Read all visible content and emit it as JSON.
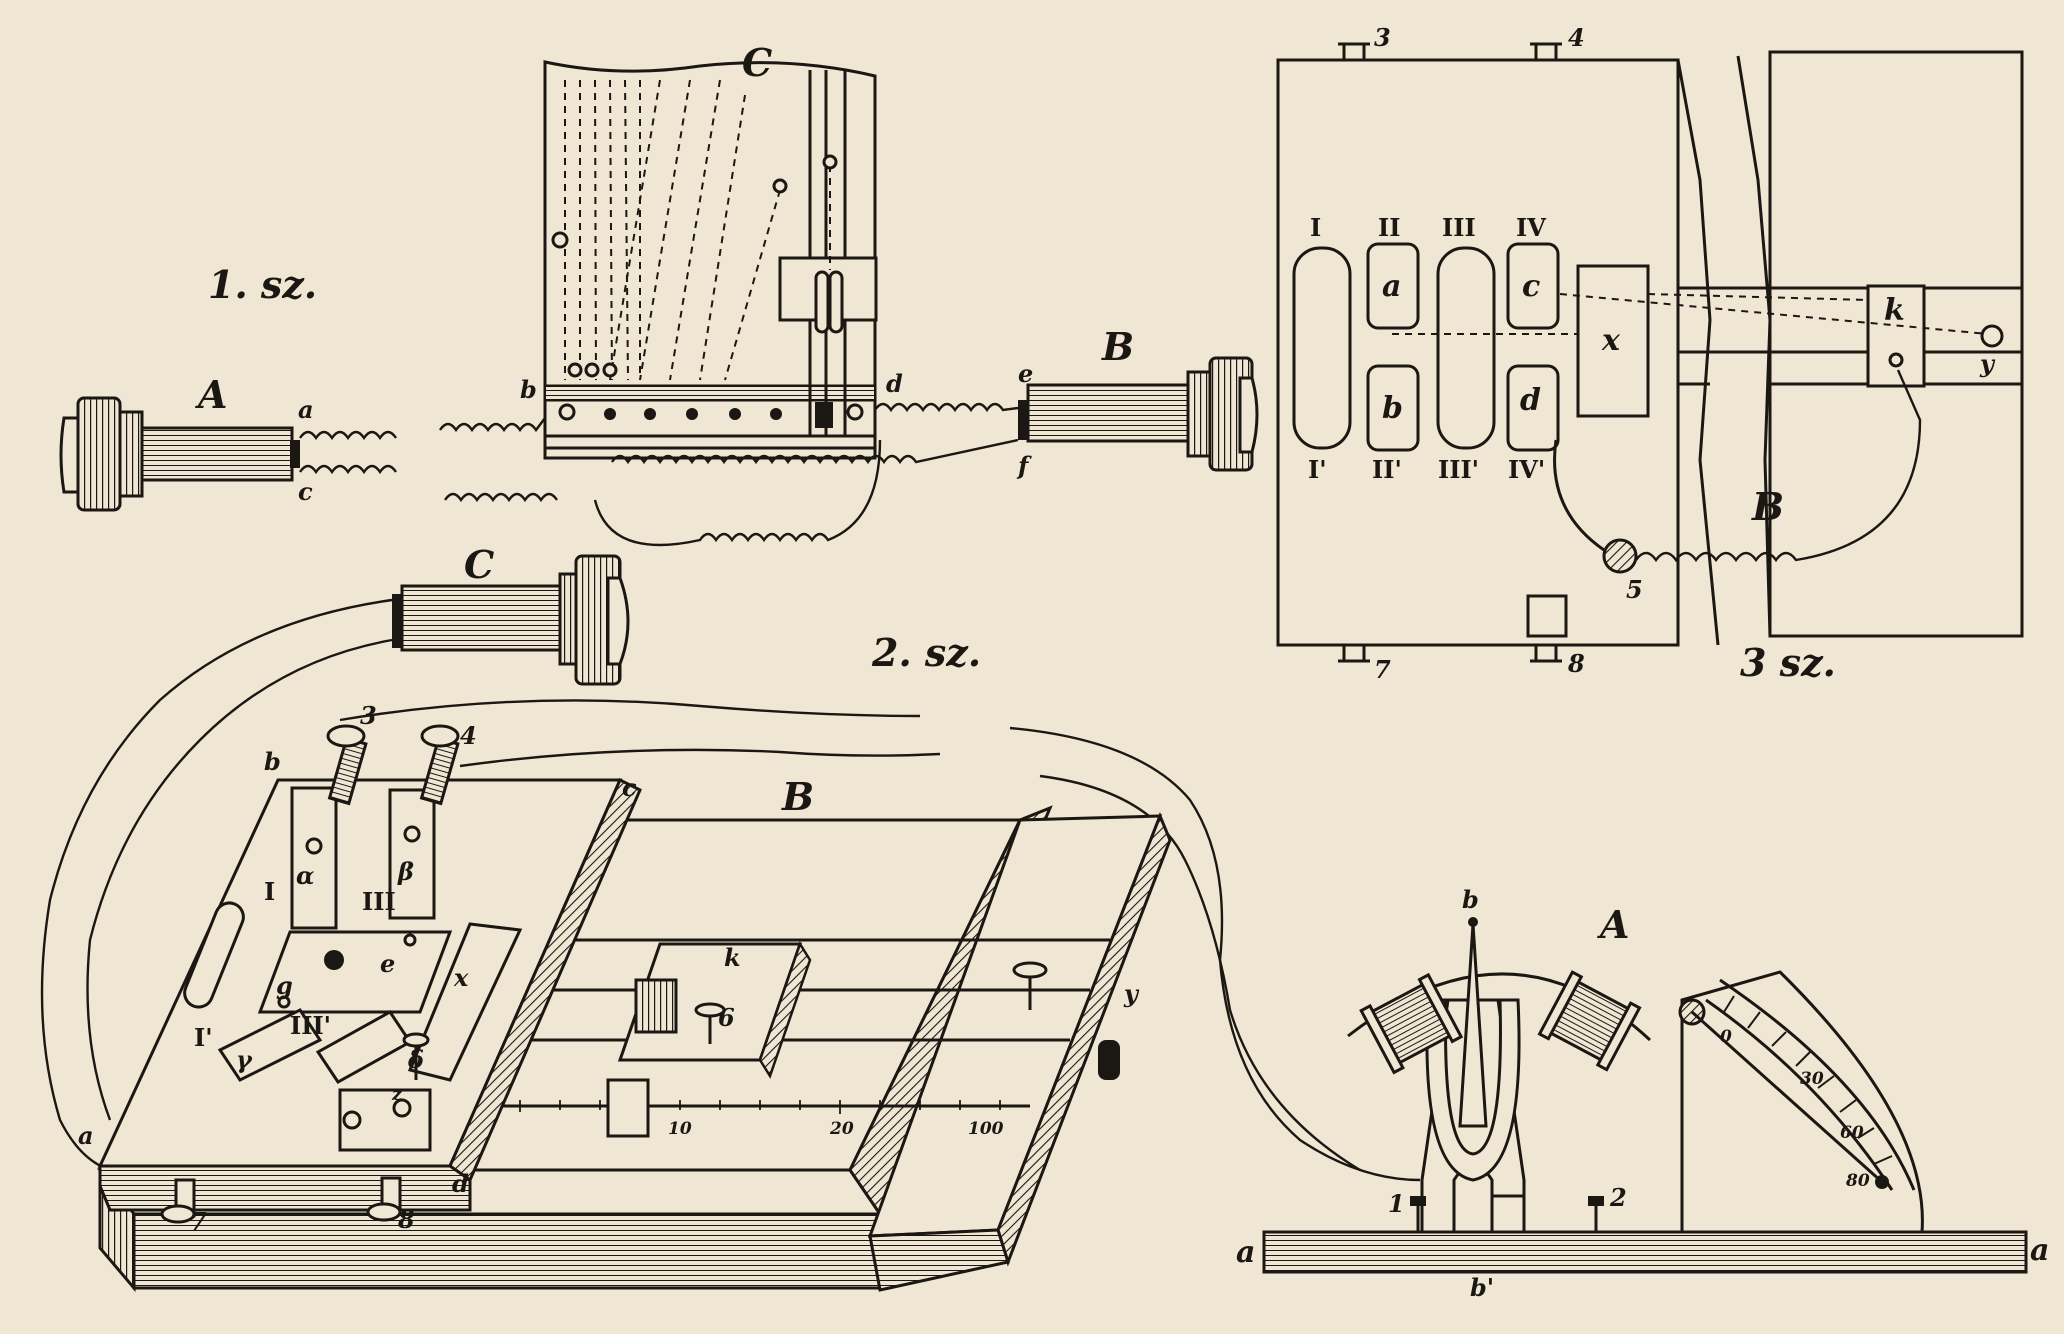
{
  "palette": {
    "paper": "#efe6d3",
    "ink": "#1b1713"
  },
  "fig1": {
    "caption": "1. sz.",
    "label_A": "A",
    "label_B": "B",
    "label_C": "C",
    "wire_a": "a",
    "wire_c": "c",
    "wire_b": "b",
    "wire_d": "d",
    "wire_e": "e",
    "wire_f": "f"
  },
  "fig2": {
    "caption": "2. sz.",
    "label_B": "B",
    "label_C": "C",
    "corner_a": "a",
    "corner_b": "b",
    "corner_c": "c",
    "corner_d": "d",
    "terminal_3": "3",
    "terminal_4": "4",
    "terminal_6": "6",
    "terminal_7": "7",
    "terminal_8": "8",
    "contact_I": "I",
    "contact_I_prime": "I'",
    "contact_III": "III",
    "contact_III_prime": "III'",
    "part_e": "e",
    "part_g": "g",
    "part_k": "k",
    "part_x": "x",
    "part_y": "y",
    "part_z": "z",
    "spring_alpha": "α",
    "spring_beta": "β",
    "spring_gamma": "γ",
    "spring_delta": "δ",
    "scale_ticks": [
      "10",
      "20",
      "100"
    ]
  },
  "fig3": {
    "caption": "3 sz.",
    "label_B": "B",
    "top_terminals": [
      "3",
      "4"
    ],
    "bottom_terminals": [
      "7",
      "8"
    ],
    "roman_top": [
      "I",
      "II",
      "III",
      "IV"
    ],
    "roman_bottom": [
      "I'",
      "II'",
      "III'",
      "IV'"
    ],
    "block_a": "a",
    "block_b": "b",
    "block_c": "c",
    "block_d": "d",
    "box_x": "x",
    "box_k": "k",
    "point_y": "y",
    "terminal_5": "5"
  },
  "figA": {
    "label_A": "A",
    "pointer_b": "b",
    "base_left": "a",
    "base_right": "a",
    "base_bottom": "b'",
    "terminal_1": "1",
    "terminal_2": "2",
    "scale_ticks": [
      "0",
      "30",
      "60",
      "80"
    ]
  }
}
